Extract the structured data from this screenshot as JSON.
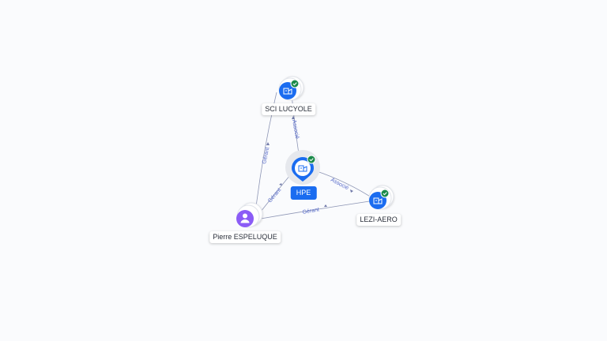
{
  "nodes": {
    "sci": {
      "label": "SCI LUCYOLE",
      "kind": "company",
      "verified": true,
      "icon": "building-icon"
    },
    "hpe": {
      "label": "HPE",
      "kind": "company-primary",
      "verified": true,
      "icon": "building-icon"
    },
    "lezi": {
      "label": "LEZI-AERO",
      "kind": "company",
      "verified": true,
      "icon": "building-icon"
    },
    "pierre": {
      "label": "Pierre ESPELUQUE",
      "kind": "person",
      "icon": "person-icon"
    }
  },
  "edges": {
    "hpe_sci": "Associé",
    "hpe_lezi": "Associé",
    "pierre_sci": "Gérant",
    "pierre_hpe": "Gérant",
    "pierre_lezi": "Gérant"
  },
  "colors": {
    "company": "#1a6cf0",
    "person": "#8b5cf6",
    "verified": "#1a8a4a",
    "edge": "#8e96b5",
    "edge_label": "#5468c9"
  }
}
